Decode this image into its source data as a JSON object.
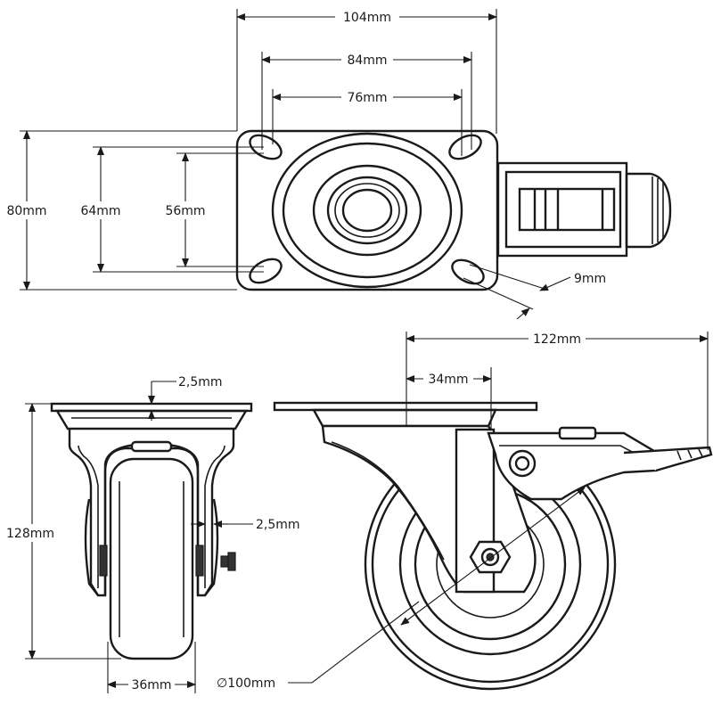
{
  "dimensions": {
    "top_width": "104mm",
    "hole_spacing_outer": "84mm",
    "hole_spacing_inner": "76mm",
    "plate_height": "80mm",
    "hole_vertical_outer": "64mm",
    "hole_vertical_inner": "56mm",
    "slot_width": "9mm",
    "plate_thickness": "2,5mm",
    "fork_thickness": "2,5mm",
    "total_height": "128mm",
    "wheel_width": "36mm",
    "swivel_reach": "122mm",
    "offset": "34mm",
    "wheel_diameter": "∅100mm"
  },
  "colors": {
    "line": "#1a1a1a",
    "background": "#ffffff"
  }
}
